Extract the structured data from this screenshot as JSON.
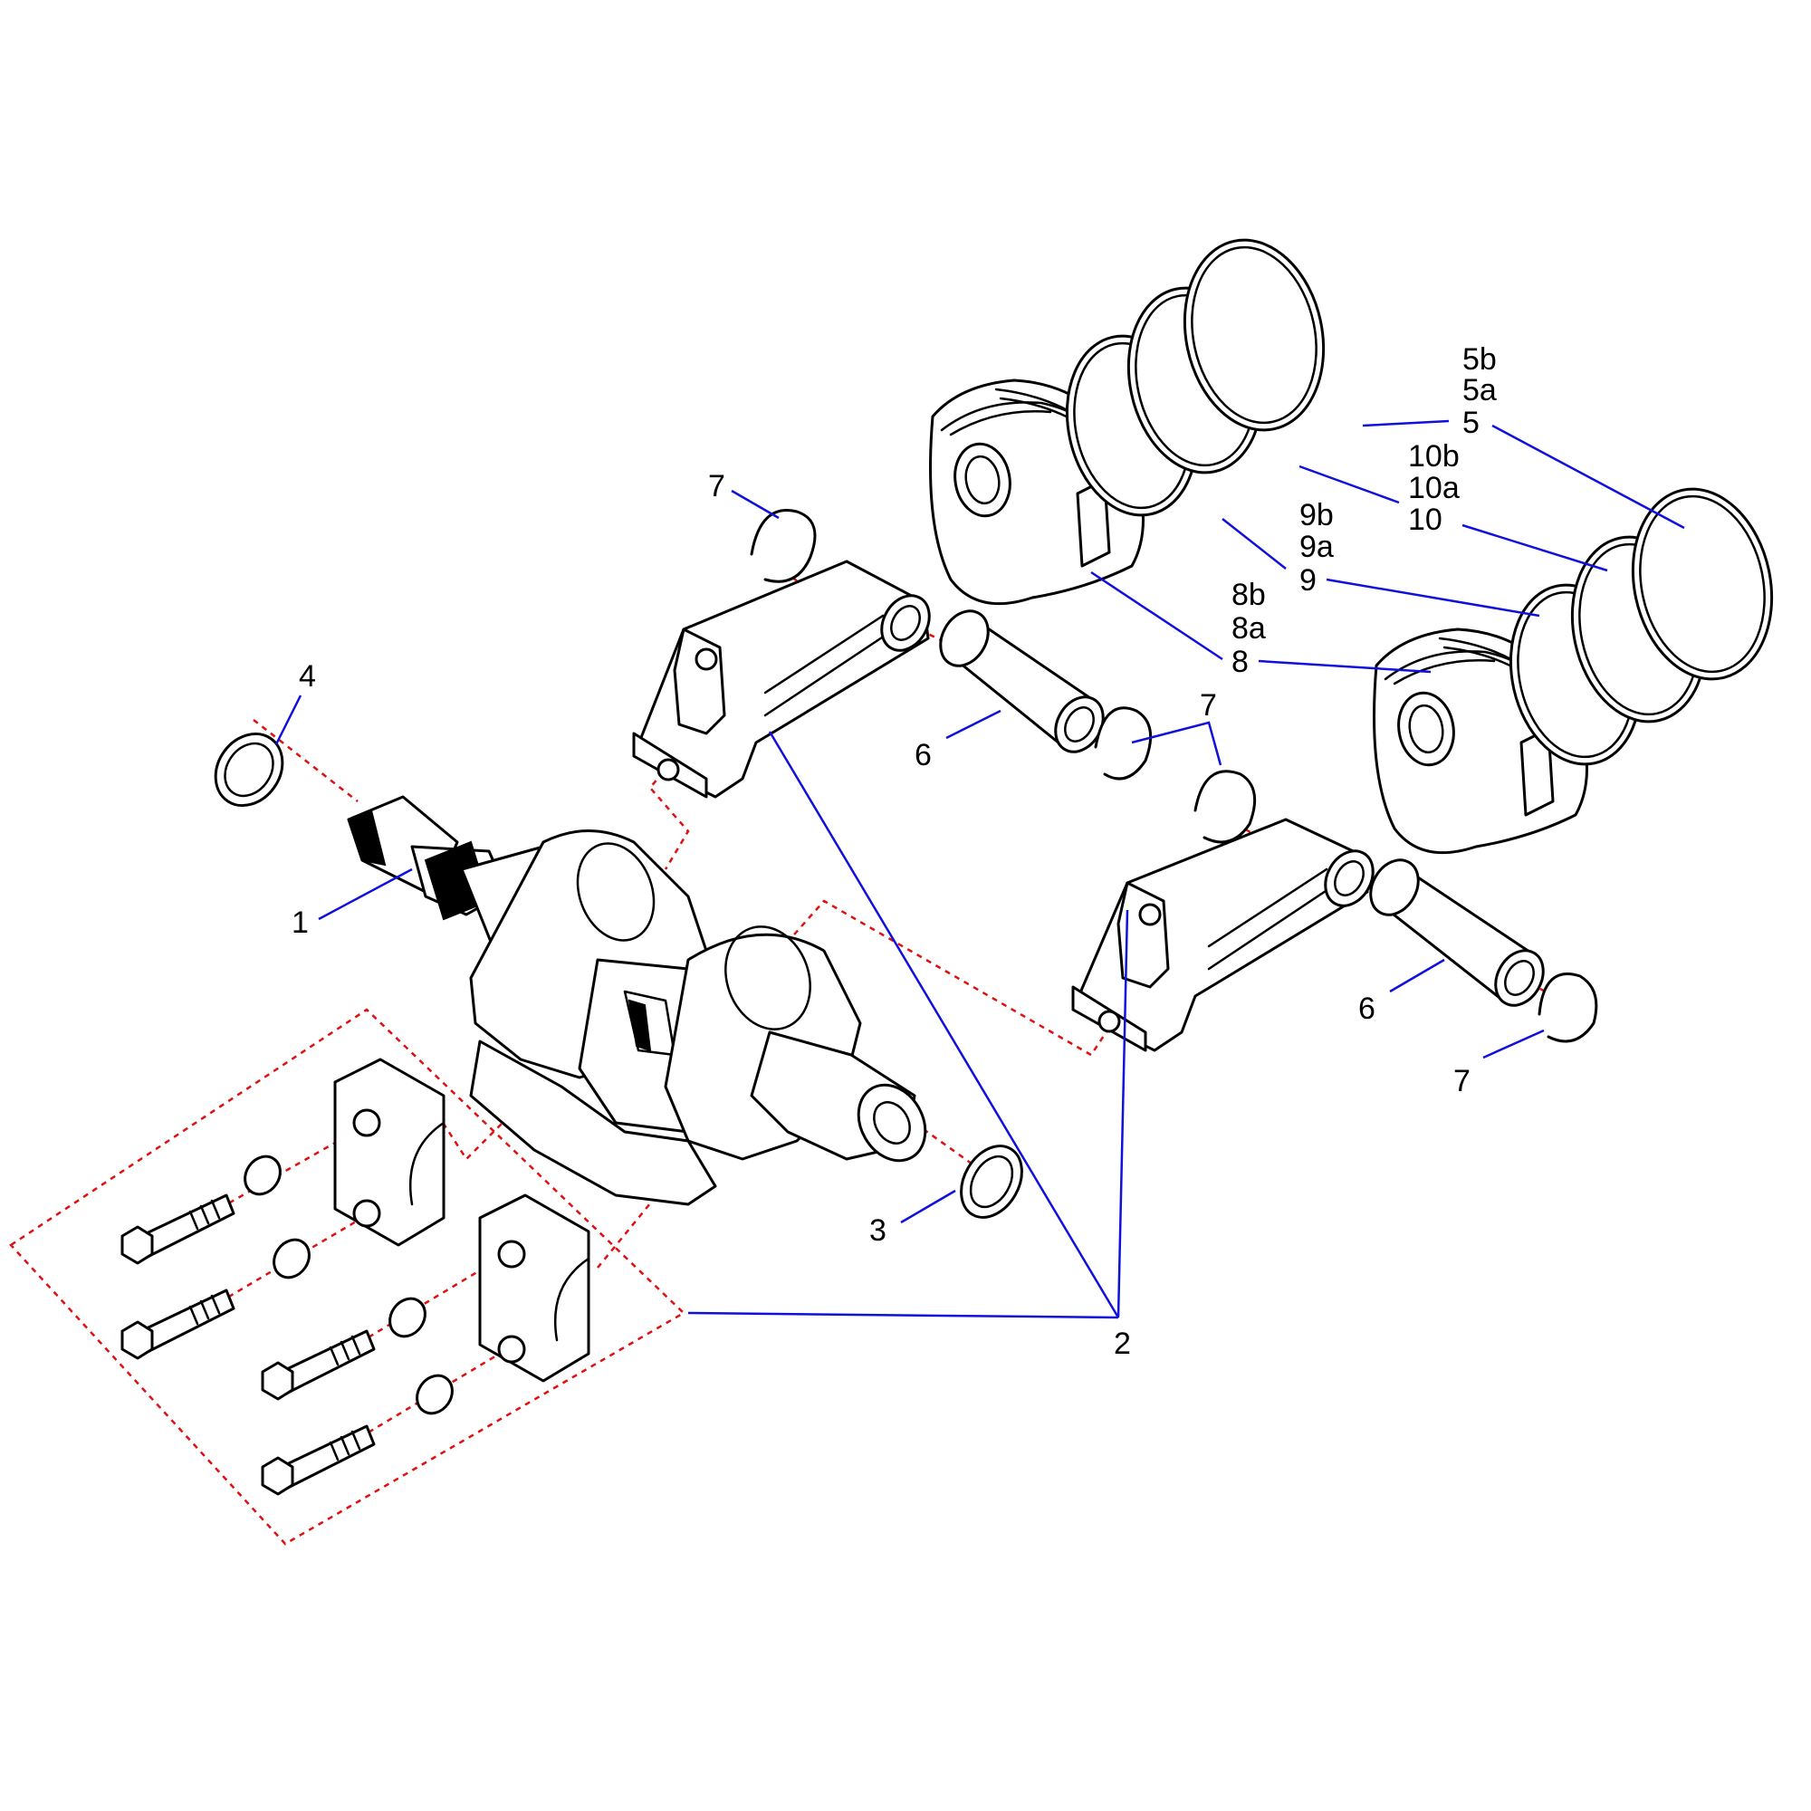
{
  "colors": {
    "leader_line": "#1010dd",
    "assembly_dashed_line": "#e01010",
    "part_outline": "#000000",
    "background": "#ffffff"
  },
  "callouts": {
    "c1": "1",
    "c2": "2",
    "c3": "3",
    "c4": "4",
    "c5": "5",
    "c5a": "5a",
    "c5b": "5b",
    "c6_left": "6",
    "c6_right": "6",
    "c7_top": "7",
    "c7_mid": "7",
    "c7_bottom": "7",
    "c8": "8",
    "c8a": "8a",
    "c8b": "8b",
    "c9": "9",
    "c9a": "9a",
    "c9b": "9b",
    "c10": "10",
    "c10a": "10a",
    "c10b": "10b"
  }
}
